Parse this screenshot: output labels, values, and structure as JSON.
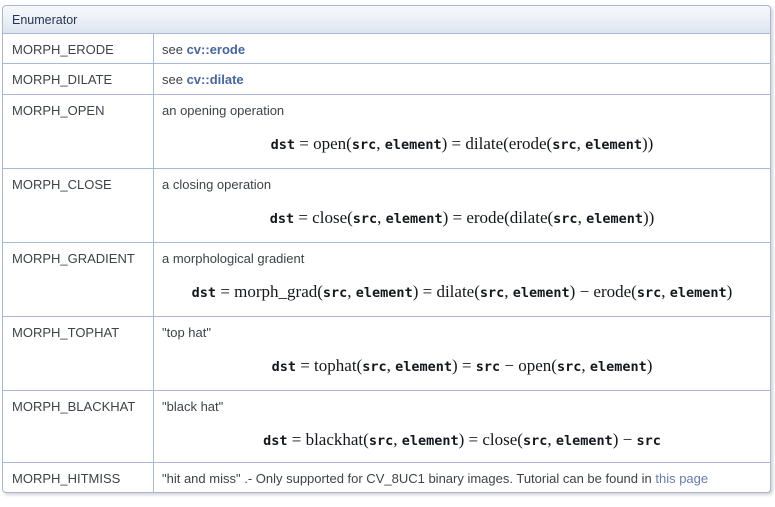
{
  "header": {
    "title": "Enumerator"
  },
  "colors": {
    "border": "#A8B8D9",
    "header_gradient_top": "#F6F8FB",
    "header_gradient_bottom": "#DDE4F0",
    "header_text": "#253555",
    "body_text": "#3E4349",
    "link_bold": "#4665A2",
    "link_plain": "#657CB5",
    "formula_text": "#14171c"
  },
  "rows": [
    {
      "name": "MORPH_ERODE",
      "desc": "see ",
      "link": "cv::erode"
    },
    {
      "name": "MORPH_DILATE",
      "desc": "see ",
      "link": "cv::dilate"
    },
    {
      "name": "MORPH_OPEN",
      "desc": "an opening operation",
      "formula": "`dst` = open(`src`, `element`) = dilate(erode(`src`, `element`))"
    },
    {
      "name": "MORPH_CLOSE",
      "desc": "a closing operation",
      "formula": "`dst` = close(`src`, `element`) = erode(dilate(`src`, `element`))"
    },
    {
      "name": "MORPH_GRADIENT",
      "desc": "a morphological gradient",
      "formula": "`dst` = morph_grad(`src`, `element`) = dilate(`src`, `element`) − erode(`src`, `element`)"
    },
    {
      "name": "MORPH_TOPHAT",
      "desc": "\"top hat\"",
      "formula": "`dst` = tophat(`src`, `element`) = `src` − open(`src`, `element`)"
    },
    {
      "name": "MORPH_BLACKHAT",
      "desc": "\"black hat\"",
      "formula": "`dst` = blackhat(`src`, `element`) = close(`src`, `element`) − `src`"
    },
    {
      "name": "MORPH_HITMISS",
      "desc": "\"hit and miss\" .- Only supported for CV_8UC1 binary images. Tutorial can be found in ",
      "link": "this page"
    }
  ]
}
